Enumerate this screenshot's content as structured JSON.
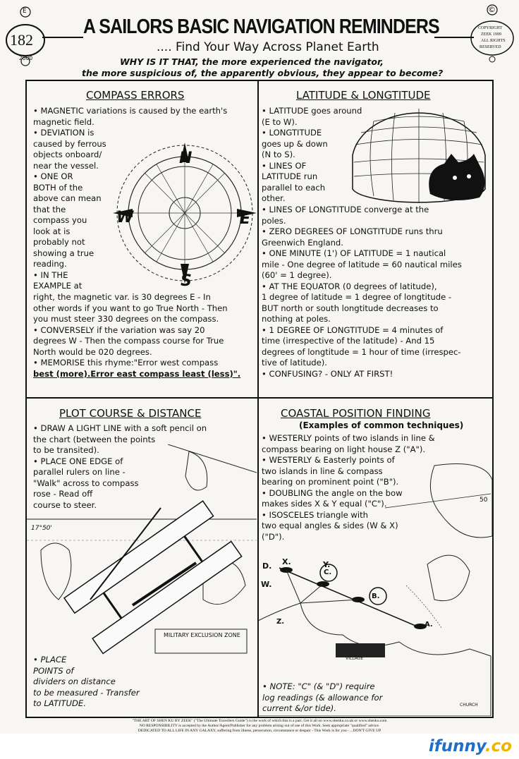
{
  "header": {
    "badge": {
      "letter": "E",
      "number": "182",
      "year": "2000"
    },
    "title": "A SAILORS BASIC NAVIGATION REMINDERS",
    "subtitle": ".... Find Your Way Across Planet Earth",
    "copyright": {
      "symbol": "©",
      "lines": [
        "COPYRIGHT",
        "ZEEK 1999",
        "ALL RIGHTS",
        "RESERVED"
      ]
    }
  },
  "intro": {
    "line1": "WHY IS IT THAT, the more experienced the navigator,",
    "line2": "the more suspicious of, the apparently obvious, they appear to become?"
  },
  "compass": {
    "title": "COMPASS ERRORS",
    "lines": [
      "• MAGNETIC variations is caused by the earth's",
      "magnetic field.",
      "• DEVIATION is",
      "caused by ferrous",
      "objects onboard/",
      "near the vessel.",
      "• ONE OR",
      "BOTH of the",
      "above can mean",
      "that the",
      "compass you",
      "look at is",
      "probably not",
      "showing a true",
      "reading.",
      "• IN THE",
      "EXAMPLE at"
    ],
    "lines_full": [
      "right, the magnetic var. is 30 degrees E - In",
      "other words if you want to go True North - Then",
      "you must steer 330 degrees on the compass.",
      "• CONVERSELY if the variation was say 20",
      "degrees W - Then the compass course for True",
      "North would be 020 degrees.",
      "• MEMORISE this rhyme:\"Error west compass",
      "best (more).Error east compass least (less)\"."
    ],
    "rose": {
      "n": "N",
      "s": "S",
      "e": "E",
      "w": "W"
    }
  },
  "latitude": {
    "title": "LATITUDE & LONGTITUDE",
    "lines_short": [
      "• LATITUDE goes around",
      "(E to W).",
      "• LONGTITUDE",
      "goes up & down",
      "(N to S).",
      "• LINES OF",
      "LATITUDE run",
      "parallel to each",
      "other."
    ],
    "lines_full": [
      "• LINES OF LONGTITUDE converge at the",
      "poles.",
      "• ZERO DEGREES OF LONGTITUDE runs thru",
      "Greenwich England.",
      "• ONE MINUTE (1') OF LATITUDE = 1 nautical",
      "mile - One degree of latitude = 60 nautical miles",
      "(60' = 1 degree).",
      "• AT THE EQUATOR (0 degrees of latitude),",
      "1 degree of latitude = 1 degree of longtitude -",
      "BUT north or south longtitude decreases to",
      "nothing at poles.",
      "• 1 DEGREE OF LONGTITUDE = 4 minutes of",
      "time (irrespective of the latitude) - And 15",
      "degrees of longtitude = 1 hour of time (irrespec-",
      "tive of latitude).",
      "• CONFUSING? - ONLY AT FIRST!"
    ]
  },
  "plot": {
    "title": "PLOT COURSE & DISTANCE",
    "lines": [
      "• DRAW A LIGHT LINE with a soft pencil on",
      "the chart (between the points",
      "to be transited).",
      "• PLACE ONE EDGE of",
      "parallel rulers on line -",
      "\"Walk\" across to compass",
      "rose - Read off",
      "course to steer."
    ],
    "lines_bottom": [
      "• PLACE",
      "POINTS of",
      "dividers on distance",
      "to be measured - Transfer",
      "to LATITUDE."
    ],
    "chart_label": "17°50'",
    "zone_label": "MILITARY EXCLUSION ZONE"
  },
  "coastal": {
    "title": "COASTAL POSITION FINDING",
    "subtitle": "(Examples of common techniques)",
    "lines": [
      "• WESTERLY points of two islands in line &",
      "compass bearing on light house Z (\"A\").",
      "• WESTERLY & Easterly points of",
      "two islands in line & compass",
      "bearing on prominent point (\"B\").",
      "• DOUBLING the angle on the bow",
      "makes sides X & Y equal (\"C\").",
      "• ISOSCELES triangle with",
      "two equal angles & sides (W & X)",
      "(\"D\")."
    ],
    "note_lines": [
      "• NOTE: \"C\" (& \"D\") require",
      "log readings (& allowance for",
      "current &/or tide)."
    ],
    "chart_labels": {
      "d": "D.",
      "x": "X.",
      "y": "Y.",
      "c": "C.",
      "w": "W.",
      "b": "B.",
      "a": "A.",
      "z": "Z.",
      "church": "CHURCH",
      "village": "VILLAGE",
      "num": "50"
    }
  },
  "footer": {
    "lines": [
      "\"THE ART OF SHEN KU BY ZEEK\" (\"The Ultimate Travellers Guide\") is the work of which this is a part. Get it all on www.shenku.co.uk or www.shenku.com",
      "NO RESPONSIBILITY is accepted by the Author/Agent/Publisher for any problem arising out of use of this Work. Seek appropriate \"qualified\" advice.",
      "DEDICATED TO ALL LIFE IN ANY GALAXY, suffering from illness, persecution, circumstance or despair - This Work is for you - ...DON'T GIVE UP"
    ]
  },
  "watermark": {
    "brand": "ifunny",
    "suffix": ".co"
  }
}
